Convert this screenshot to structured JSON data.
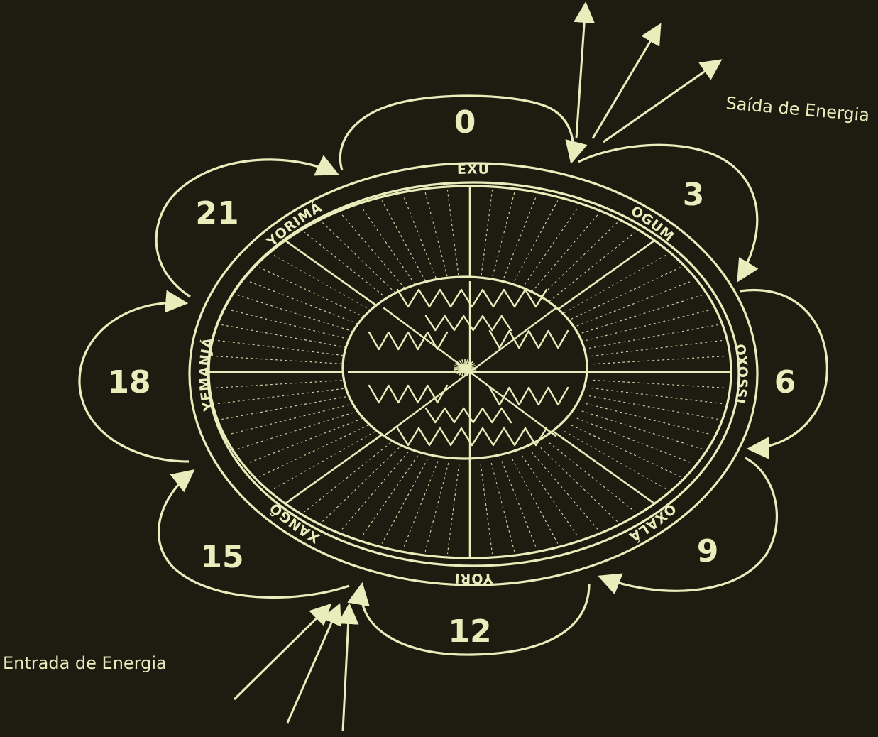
{
  "colors": {
    "background": "#1d1c10",
    "line": "#e8eebb",
    "text": "#e8eebb"
  },
  "outer_numbers": [
    "0",
    "3",
    "6",
    "9",
    "12",
    "15",
    "18",
    "21"
  ],
  "deities": [
    "EXU",
    "OGUM",
    "OXOSSI",
    "OXALÁ",
    "YORI",
    "XANGÔ",
    "YEMANJÁ",
    "YORIMÁ"
  ],
  "labels": {
    "energy_out": "Saída de Energia",
    "energy_in": "Entrada de Energia"
  }
}
